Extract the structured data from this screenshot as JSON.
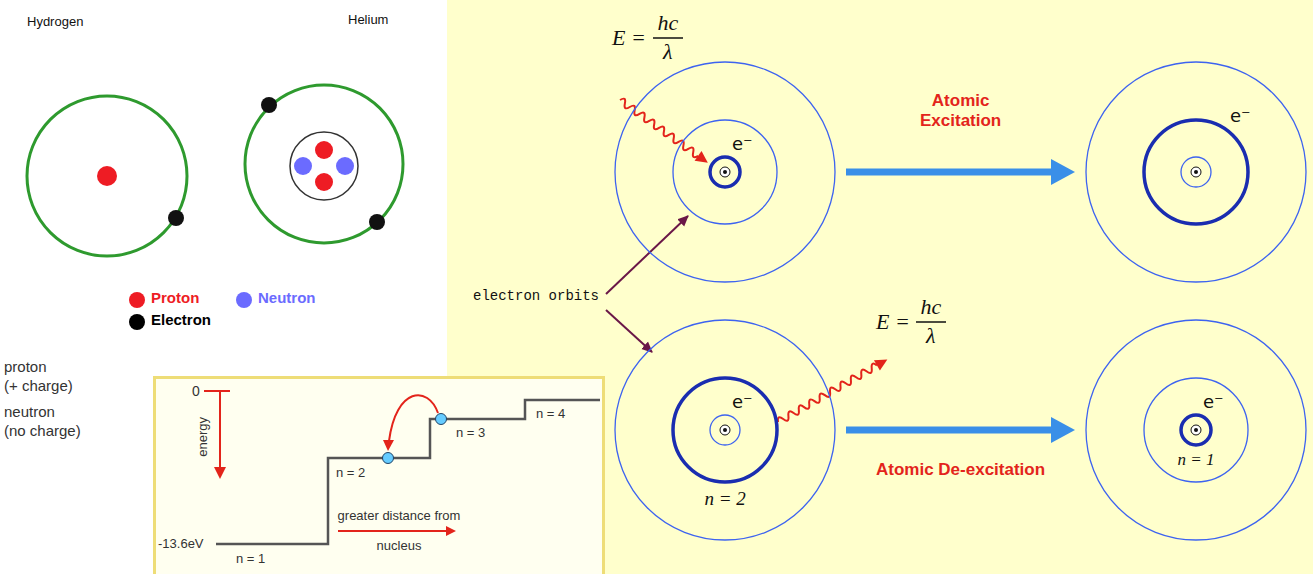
{
  "diagram": {
    "nodes": [
      {
        "text": [
          "Hydrogen"
        ]
      },
      {
        "text": [
          "Helium"
        ]
      },
      {
        "text": [
          "e⁻"
        ]
      },
      {
        "text": [
          "e⁻"
        ]
      },
      {
        "text": [
          "e⁻",
          "n = 2"
        ]
      },
      {
        "text": [
          "e⁻",
          "n = 1"
        ]
      },
      {
        "text": [
          "0",
          "energy",
          "n = 2",
          "n = 3",
          "n = 4",
          "-13.6eV",
          "n = 1",
          "greater distance from nucleus"
        ]
      }
    ],
    "edges": [
      {
        "from": 2,
        "to": 3,
        "label": "Atomic Excitation",
        "arrow": "to"
      },
      {
        "from": 4,
        "to": 5,
        "label": "Atomic De-excitation",
        "arrow": "to"
      }
    ],
    "labels": [
      "E =",
      "hc",
      "λ",
      "electron orbits",
      "E =",
      "hc",
      "λ",
      "proton",
      "(+ charge)",
      "neutron",
      "(no charge)"
    ],
    "legend": [
      {
        "text": "Proton",
        "color": "#ee1c24"
      },
      {
        "text": "Neutron",
        "color": "#6b6bff"
      },
      {
        "text": "Electron",
        "color": "#000000"
      }
    ]
  }
}
